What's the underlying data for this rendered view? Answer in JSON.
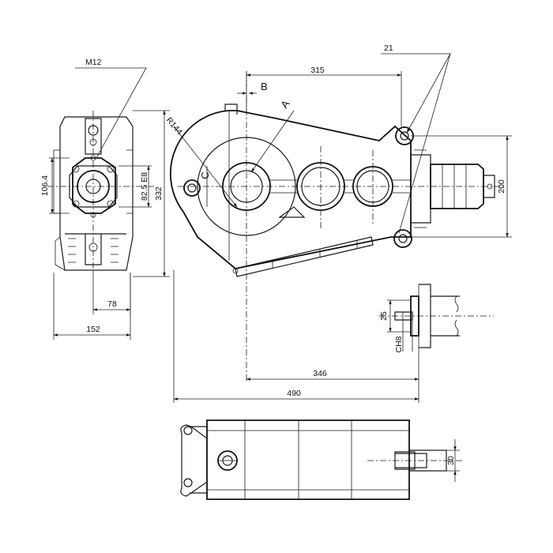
{
  "dimensions": {
    "m12": "M12",
    "d21": "21",
    "d315": "315",
    "b": "B",
    "a": "A",
    "r144": "R144",
    "c": "C",
    "d106_4": "106.4",
    "d82_5": "82.5 E8",
    "d332": "332",
    "d200": "200",
    "d25": "25",
    "ch8": "CH8",
    "d78": "78",
    "d152": "152",
    "d346": "346",
    "d490": "490",
    "d30": "30"
  }
}
